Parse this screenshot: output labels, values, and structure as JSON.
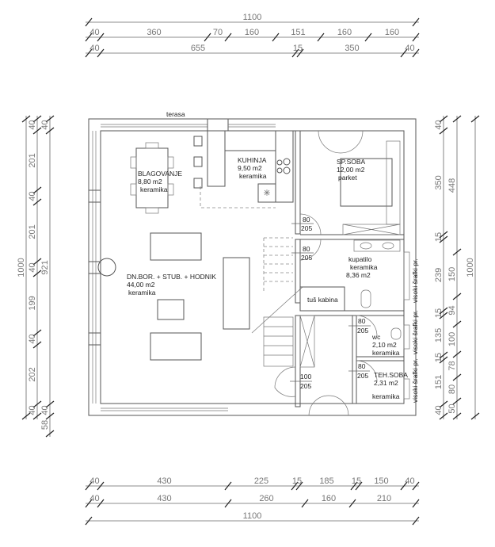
{
  "dimensions": {
    "top": [
      [
        "1100"
      ],
      [
        "40",
        "360",
        "70",
        "160",
        "151",
        "160",
        "160"
      ],
      [
        "40",
        "655",
        "15",
        "350",
        "40"
      ]
    ],
    "bottom": [
      [
        "40",
        "430",
        "225",
        "15",
        "185",
        "15",
        "150",
        "40"
      ],
      [
        "40",
        "430",
        "260",
        "160",
        "210"
      ],
      [
        "1100"
      ]
    ],
    "left": [
      [
        "1000"
      ],
      [
        "40",
        "201",
        "40",
        "201",
        "40",
        "199",
        "40",
        "202",
        "40"
      ],
      [
        "40",
        "921",
        "40",
        "58"
      ]
    ],
    "right": [
      [
        "40",
        "350",
        "15",
        "239",
        "15",
        "135",
        "15",
        "151",
        "40"
      ],
      [
        "448",
        "150",
        "94",
        "100",
        "78",
        "80",
        "50"
      ],
      [
        "1000"
      ]
    ]
  },
  "rooms": {
    "terasa": "terasa",
    "dining": {
      "name": "BLAGOVANJE",
      "area": "8,80 m2",
      "floor": "keramika"
    },
    "kitchen": {
      "name": "KUHINJA",
      "area": "9,50 m2",
      "floor": "keramika"
    },
    "bedroom": {
      "name": "SP.SOBA",
      "area": "12,00 m2",
      "floor": "parket"
    },
    "bathroom": {
      "name": "kupatilo",
      "floor": "keramika",
      "area": "8,36 m2"
    },
    "shower": "tuš kabina",
    "living": {
      "name": "DN.BOR. + STUB. + HODNIK",
      "area": "44,00 m2",
      "floor": "keramika"
    },
    "wc": {
      "name": "wc",
      "area": "2,10 m2",
      "floor": "keramika"
    },
    "tech": {
      "name": "TEH.SOBA",
      "area": "2,31 m2",
      "floor": "keramika"
    }
  },
  "doors": [
    {
      "w": "80",
      "h": "205"
    },
    {
      "w": "80",
      "h": "205"
    },
    {
      "w": "80",
      "h": "205"
    },
    {
      "w": "80",
      "h": "205"
    },
    {
      "w": "100",
      "h": "205"
    }
  ],
  "windows": [
    "visoki šrafki pr.",
    "visoki šrafki pr.",
    "visoki šrafki pr."
  ]
}
